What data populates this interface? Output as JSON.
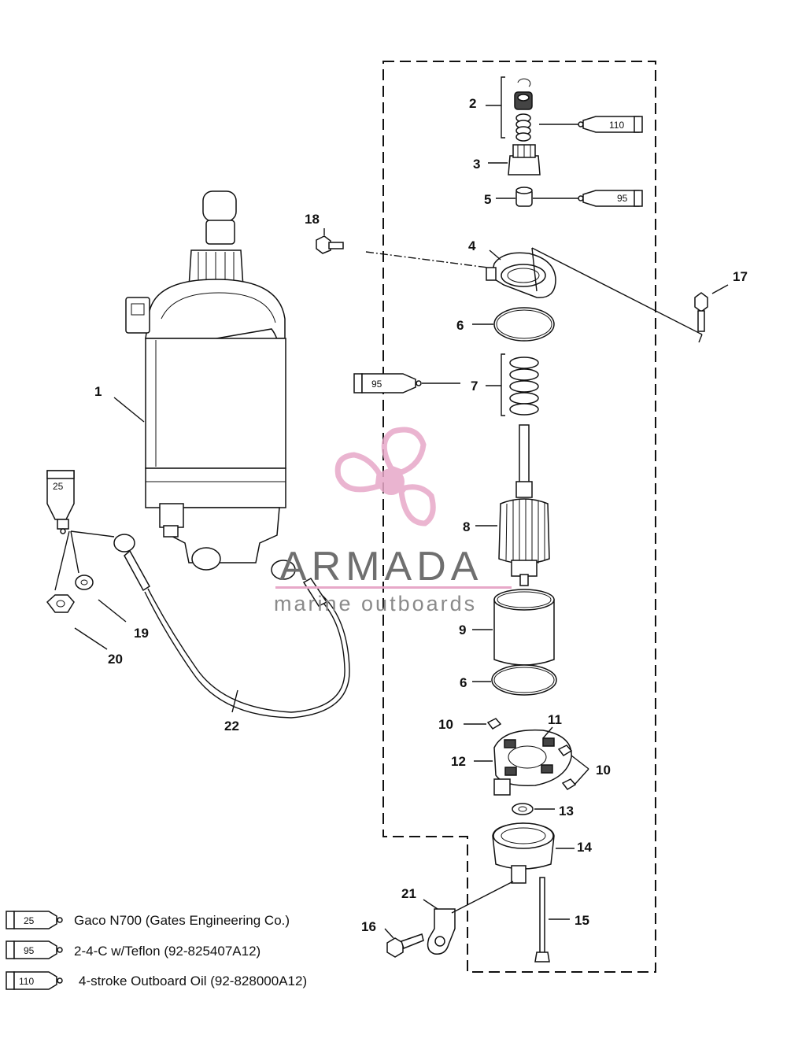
{
  "callouts": {
    "c1": "1",
    "c2": "2",
    "c3": "3",
    "c4": "4",
    "c5": "5",
    "c6a": "6",
    "c6b": "6",
    "c7": "7",
    "c8": "8",
    "c9": "9",
    "c10a": "10",
    "c10b": "10",
    "c11": "11",
    "c12": "12",
    "c13": "13",
    "c14": "14",
    "c15": "15",
    "c16": "16",
    "c17": "17",
    "c18": "18",
    "c19": "19",
    "c20": "20",
    "c21": "21",
    "c22": "22"
  },
  "tubes": {
    "t110": "110",
    "t95a": "95",
    "t95b": "95",
    "t25": "25"
  },
  "legend": [
    {
      "code": "25",
      "text": "Gaco N700 (Gates Engineering Co.)"
    },
    {
      "code": "95",
      "text": "2-4-C w/Teflon (92-825407A12)"
    },
    {
      "code": "110",
      "text": "4-stroke Outboard Oil (92-828000A12)"
    }
  ],
  "watermark": {
    "title": "ARMADA",
    "subtitle": "marine outboards",
    "color": "#e7a8c8"
  }
}
